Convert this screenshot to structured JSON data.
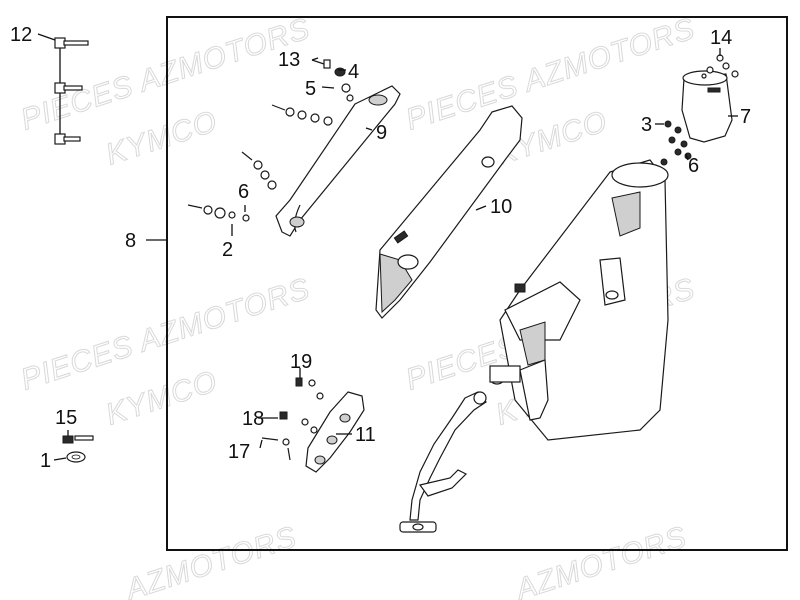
{
  "watermarks": {
    "brand_a": "PIECES AZMOTORS",
    "brand_b": "KYMCO",
    "brand_c": "AZMOTORS"
  },
  "callouts": {
    "c1": "1",
    "c2": "2",
    "c3": "3",
    "c4": "4",
    "c5": "5",
    "c6a": "6",
    "c6b": "6",
    "c7": "7",
    "c8": "8",
    "c9": "9",
    "c10": "10",
    "c11": "11",
    "c12": "12",
    "c13": "13",
    "c14": "14",
    "c15": "15",
    "c17": "17",
    "c18": "18",
    "c19": "19"
  }
}
